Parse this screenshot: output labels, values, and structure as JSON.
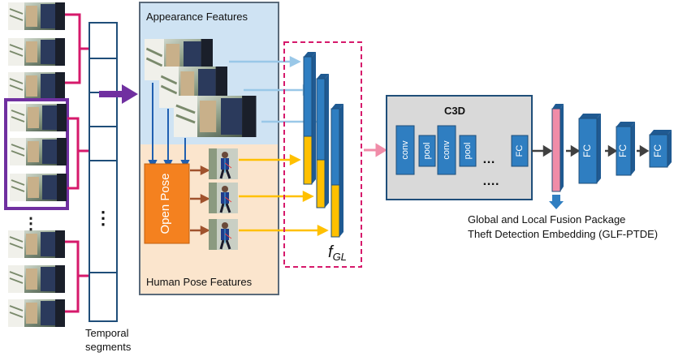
{
  "temporal_segments": {
    "line1": "Temporal",
    "line2": "segments",
    "dots": "⋮"
  },
  "appearance_title": "Appearance Features",
  "pose_title": "Human Pose Features",
  "open_pose_label": "Open Pose",
  "fusion_label": "f",
  "fusion_subscript": "GL",
  "c3d": {
    "title": "C3D",
    "layers": [
      "conv",
      "pool",
      "conv",
      "pool"
    ],
    "ellipsis": "…",
    "dots_below": "….",
    "fc_label": "FC"
  },
  "fc_labels": [
    "FC",
    "FC",
    "FC"
  ],
  "caption_line1": "Global and Local Fusion Package",
  "caption_line2": "Theft Detection Embedding (GLF-PTDE)",
  "colors": {
    "magenta": "#d6196b",
    "purple": "#7030a0",
    "teal": "#1f4e79",
    "blue": "#2f7ec1",
    "appearance_bg": "#cfe3f3",
    "pose_bg": "#fbe5cd",
    "orange": "#f4811f",
    "yellow": "#ffc000",
    "gray_box": "#d9d9d9",
    "pink": "#f08ca8",
    "brown_arrow": "#a0522d"
  },
  "icons": [
    "video-frame-thumbnail",
    "arrow-right",
    "bracket-connector"
  ]
}
